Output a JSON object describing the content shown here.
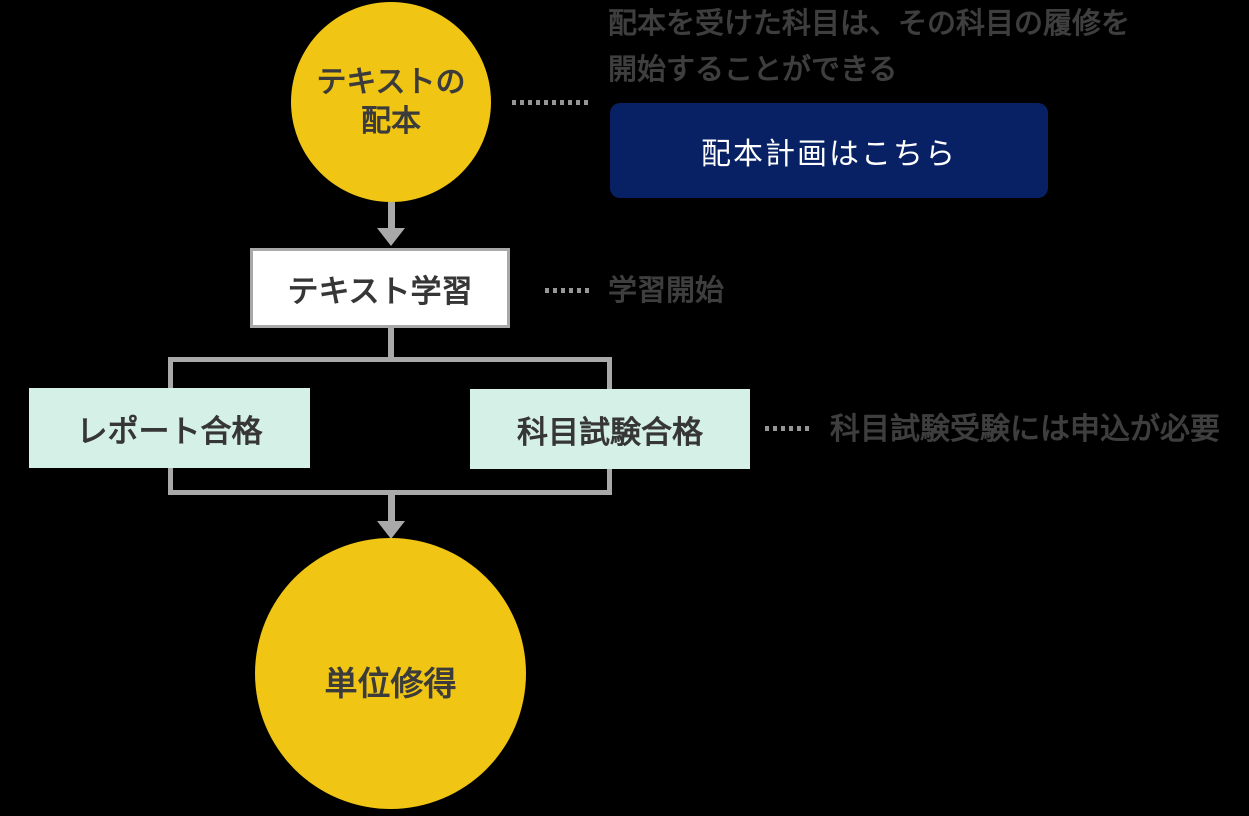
{
  "colors": {
    "background": "#000000",
    "yellow": "#f0c514",
    "navy": "#082064",
    "mint": "#d5f0e6",
    "line-gray": "#a9a9a9",
    "dot-gray": "#969696",
    "ink": "#363636",
    "annotation": "#3e3e3e",
    "button-text": "#ffffff"
  },
  "diagram": {
    "start_circle": {
      "line1": "テキストの",
      "line2": "配本"
    },
    "start_note": {
      "line1": "配本を受けた科目は、その科目の履修を",
      "line2": "開始することができる"
    },
    "plan_button": {
      "label": "配本計画はこちら"
    },
    "study_box": {
      "label": "テキスト学習"
    },
    "study_note": {
      "label": "学習開始"
    },
    "report_box": {
      "label": "レポート合格"
    },
    "exam_box": {
      "label": "科目試験合格"
    },
    "exam_note": {
      "label": "科目試験受験には申込が必要"
    },
    "end_circle": {
      "label": "単位修得"
    }
  }
}
